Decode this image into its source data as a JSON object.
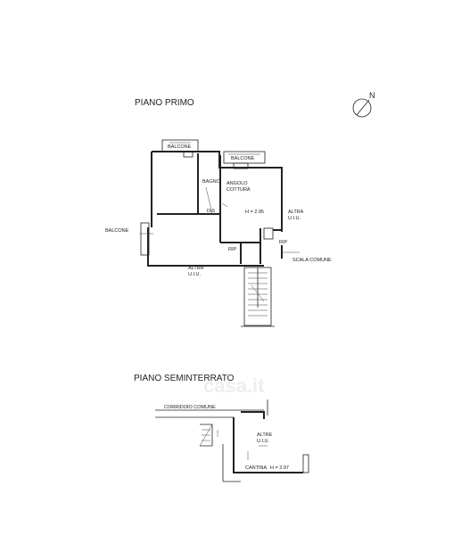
{
  "north": {
    "label": "N",
    "icon": "north-arrow-icon"
  },
  "floor_first": {
    "title": "PIANO PRIMO",
    "labels": {
      "balcone_top_left": "BALCONE",
      "balcone_top_right": "BALCONE",
      "bagno": "BAGNO",
      "angolo": "ANGOLO",
      "cottura": "COTTURA",
      "height": "H = 2.95",
      "dis": "DIS",
      "rip_left": "RIP",
      "rip_right": "RIP",
      "altra_right": "ALTRA",
      "uiu_right": "U.I.U.",
      "balcone_left": "BALCONE",
      "altra_bottom": "ALTRA",
      "uiu_bottom": "U.I.U.",
      "scala": "SCALA COMUNE"
    }
  },
  "floor_basement": {
    "title": "PIANO SEMINTERRATO",
    "labels": {
      "corridoio": "CORRIDOIO COMUNE",
      "altre": "ALTRE",
      "uiu": "U.I.U.",
      "cantina": "CANTINA",
      "height": "H = 2.97"
    }
  },
  "watermark": "casa.it"
}
